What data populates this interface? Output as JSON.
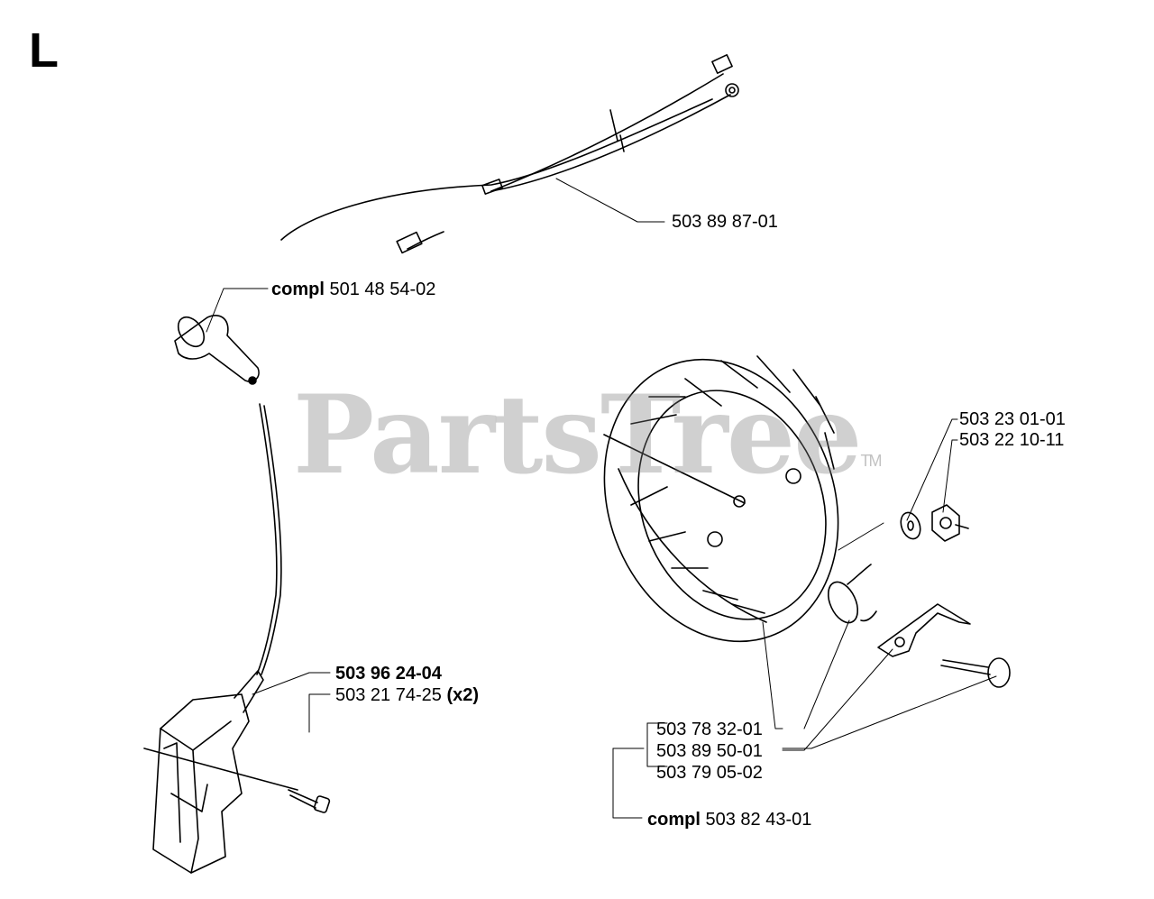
{
  "section": "L",
  "watermark": {
    "text": "PartsTree",
    "tm": "TM"
  },
  "labels": {
    "wire_harness": {
      "number": "503 89 87-01"
    },
    "spark_cap": {
      "prefix": "compl",
      "number": "501 48 54-02"
    },
    "ignition_module": {
      "number": "503 96 24-04"
    },
    "module_screw": {
      "number": "503 21 74-25",
      "qty": "(x2)"
    },
    "washer": {
      "number": "503 23 01-01"
    },
    "nut": {
      "number": "503 22 10-11"
    },
    "flywheel": {
      "number": "503 78 32-01"
    },
    "pawl_spring": {
      "number": "503 89 50-01"
    },
    "pawl_pin": {
      "number": "503 79 05-02"
    },
    "flywheel_assembly": {
      "prefix": "compl",
      "number": "503 82 43-01"
    }
  }
}
